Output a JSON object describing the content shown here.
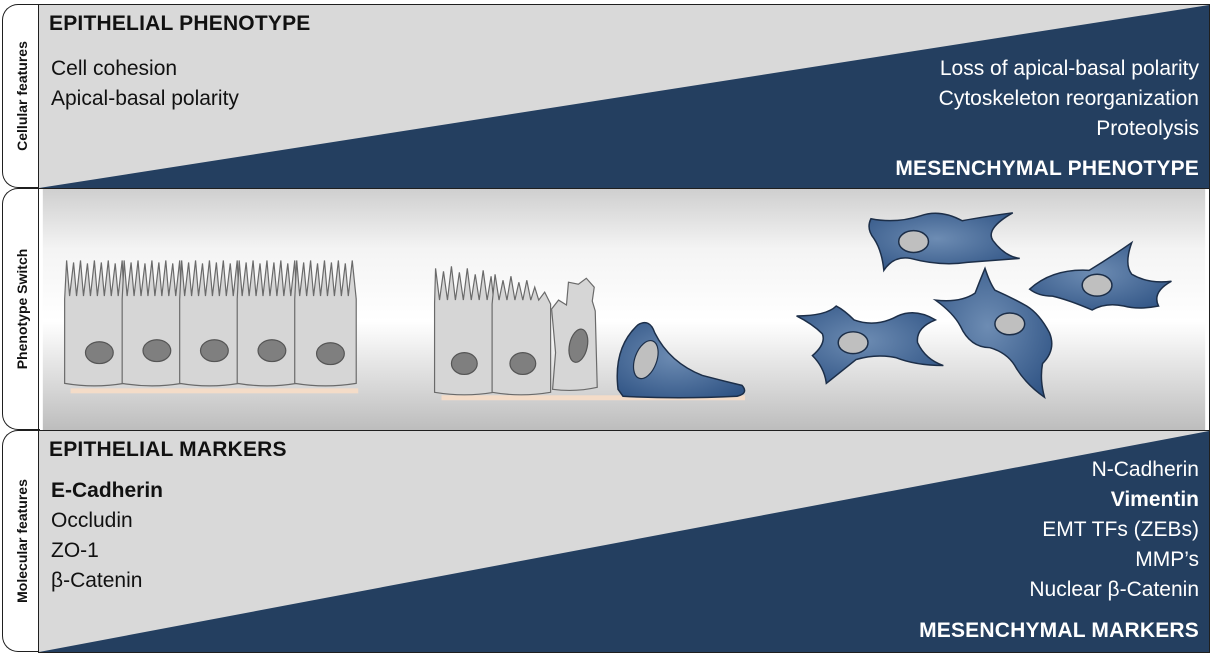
{
  "side_labels": {
    "top": "Cellular features",
    "middle": "Phenotype Switch",
    "bottom": "Molecular features"
  },
  "cellular": {
    "epithelial_title": "EPITHELIAL PHENOTYPE",
    "epithelial_items": [
      "Cell cohesion",
      "Apical-basal polarity"
    ],
    "mesenchymal_items": [
      "Loss of apical-basal polarity",
      "Cytoskeleton reorganization",
      "Proteolysis"
    ],
    "mesenchymal_title": "MESENCHYMAL PHENOTYPE"
  },
  "molecular": {
    "epithelial_title": "EPITHELIAL MARKERS",
    "epithelial_items": [
      "E-Cadherin",
      "Occludin",
      "ZO-1",
      "β-Catenin"
    ],
    "mesenchymal_items": [
      "N-Cadherin",
      "Vimentin",
      "EMT TFs (ZEBs)",
      "MMP’s",
      "Nuclear β-Catenin"
    ],
    "mesenchymal_title": "MESENCHYMAL MARKERS"
  },
  "colors": {
    "navy": "#243f60",
    "light_gray": "#d9d9d9",
    "cell_gray": "#d6d6d6",
    "nucleus_gray": "#7f7f7f",
    "mesenchymal_cell": "#3f6390",
    "mesenchymal_nucleus": "#bfbfbf",
    "basement": "#f4dcc8"
  }
}
